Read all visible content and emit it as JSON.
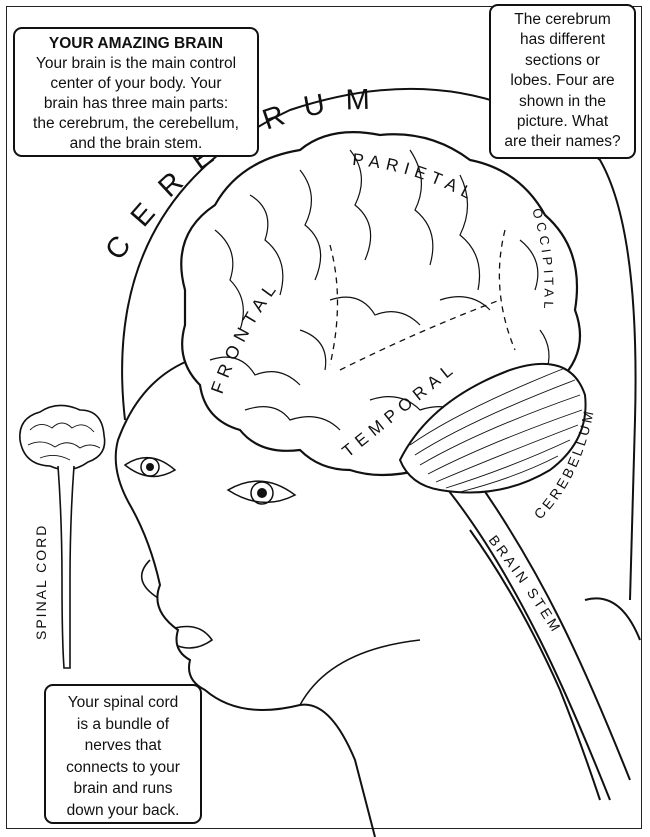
{
  "intro": {
    "title": "YOUR AMAZING BRAIN",
    "lines": [
      "Your brain is the main control",
      "center of your body. Your",
      "brain has three main parts:",
      "the cerebrum, the cerebellum,",
      "and the brain stem."
    ]
  },
  "lobes_note": {
    "lines": [
      "The cerebrum",
      "has different",
      "sections or",
      "lobes. Four are",
      "shown in the",
      "picture. What",
      "are their names?"
    ]
  },
  "spinal_note": {
    "lines": [
      "Your spinal cord",
      "is a bundle of",
      "nerves that",
      "connects to your",
      "brain and runs",
      "down your back."
    ]
  },
  "labels": {
    "cerebrum": "CEREBRUM",
    "parietal": "PARIETAL",
    "frontal": "FRONTAL",
    "occipital": "OCCIPITAL",
    "temporal": "TEMPORAL",
    "cerebellum": "CEREBELLUM",
    "brain_stem": "BRAIN STEM",
    "spinal_cord": "SPINAL CORD"
  },
  "colors": {
    "ink": "#111111",
    "paper": "#ffffff"
  }
}
